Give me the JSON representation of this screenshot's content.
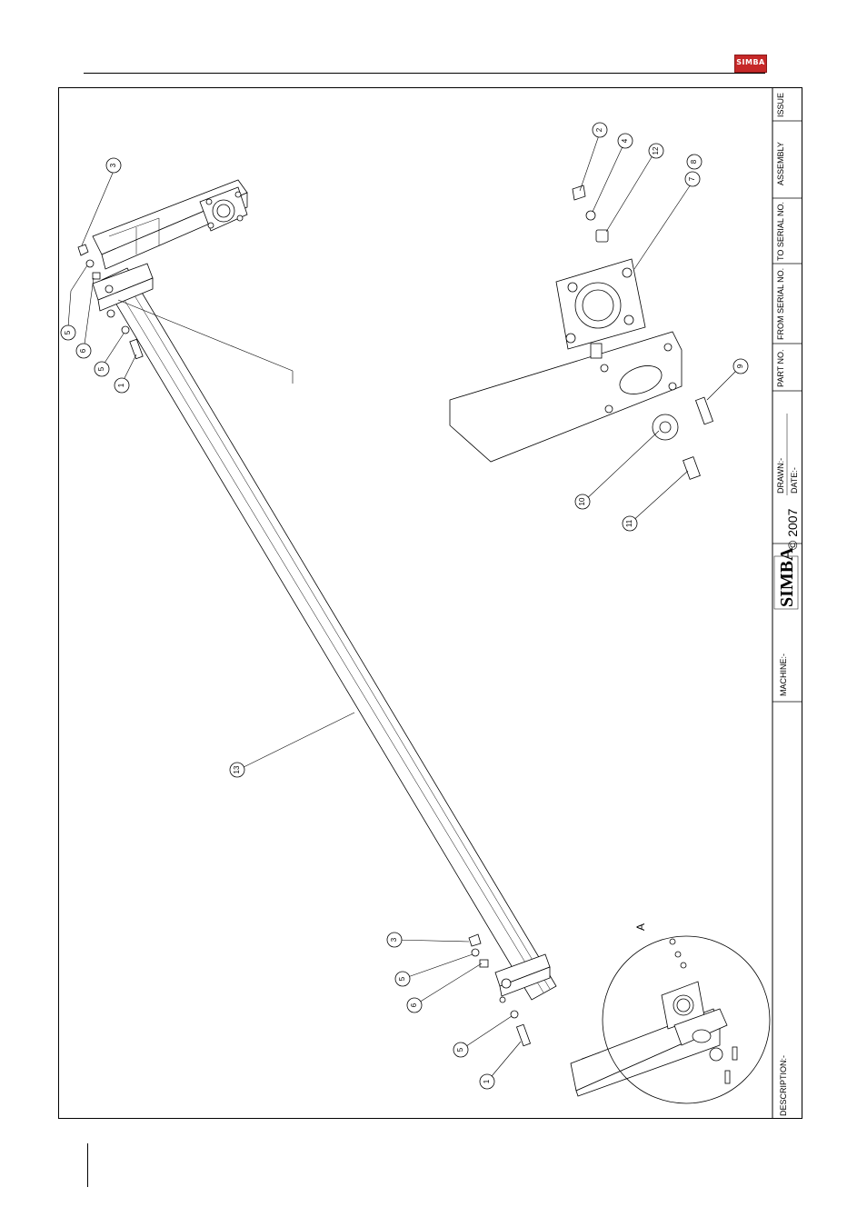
{
  "header": {
    "logo_text": "SIMBA"
  },
  "title_block": {
    "description_label": "DESCRIPTION:-",
    "machine_label": "MACHINE:-",
    "logo_text": "SIMBA",
    "copyright": "© 2007",
    "drawn_label": "DRAWN:-",
    "date_label": "DATE:-",
    "part_no_label": "PART NO.",
    "from_serial_label": "FROM SERIAL NO.",
    "to_serial_label": "TO SERIAL NO.",
    "assembly_label": "ASSEMBLY",
    "issue_label": "ISSUE"
  },
  "detail_view": {
    "label": "A"
  },
  "balloons": [
    {
      "number": "3"
    },
    {
      "number": "5"
    },
    {
      "number": "6"
    },
    {
      "number": "5"
    },
    {
      "number": "1"
    },
    {
      "number": "2"
    },
    {
      "number": "4"
    },
    {
      "number": "12"
    },
    {
      "number": "8"
    },
    {
      "number": "7"
    },
    {
      "number": "9"
    },
    {
      "number": "10"
    },
    {
      "number": "11"
    },
    {
      "number": "13"
    },
    {
      "number": "3"
    },
    {
      "number": "5"
    },
    {
      "number": "6"
    },
    {
      "number": "5"
    },
    {
      "number": "1"
    }
  ]
}
